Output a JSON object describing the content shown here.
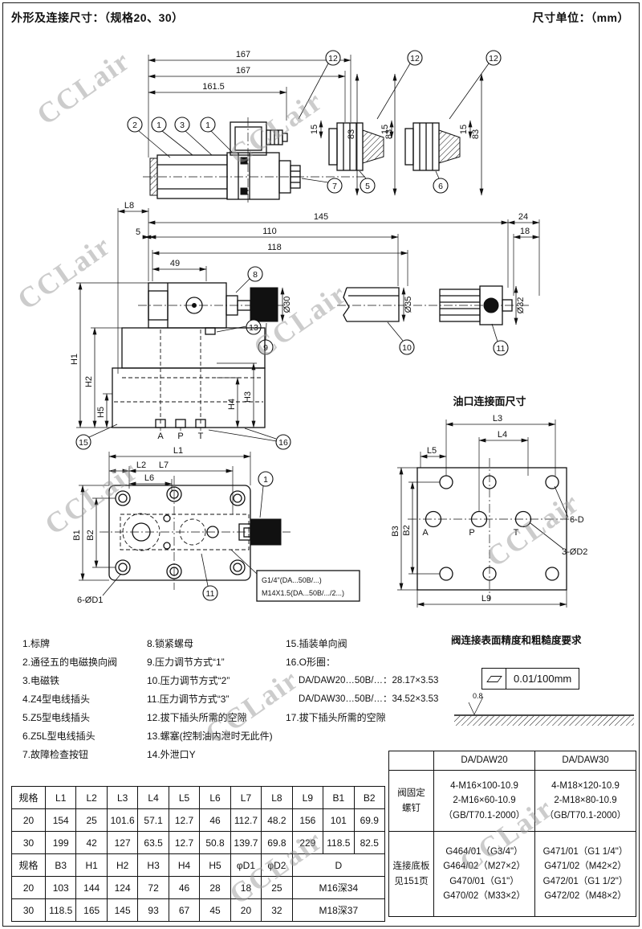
{
  "header": {
    "left": "外形及连接尺寸：（规格20、30）",
    "right": "尺寸单位：（mm）"
  },
  "watermark": "CCLair",
  "drawing": {
    "port_face_title": "油口连接面尺寸",
    "dims": {
      "d167": "167",
      "d161_5": "161.5",
      "d15": "15",
      "d83": "83",
      "L8": "L8",
      "d145": "145",
      "d24": "24",
      "d5": "5",
      "d110": "110",
      "d18": "18",
      "d118": "118",
      "d49": "49",
      "H1": "H1",
      "H2": "H2",
      "H3": "H3",
      "H4": "H4",
      "H5": "H5",
      "dia30": "Ø30",
      "dia35": "Ø35",
      "dia32": "Ø32",
      "L1": "L1",
      "L2": "L2",
      "L7": "L7",
      "L6": "L6",
      "B1": "B1",
      "B2": "B2",
      "holes_d1": "6-ØD1",
      "L3": "L3",
      "L4": "L4",
      "L5": "L5",
      "L9": "L9",
      "B3": "B3",
      "holes_6d": "6-D",
      "holes_3d2": "3-ØD2",
      "A": "A",
      "P": "P",
      "T": "T"
    },
    "callouts": {
      "c1": "1",
      "c2": "2",
      "c3": "3",
      "c5": "5",
      "c6": "6",
      "c7": "7",
      "c8": "8",
      "c9": "9",
      "c10": "10",
      "c11": "11",
      "c12": "12",
      "c13": "13",
      "c15": "15",
      "c16": "16"
    },
    "notes": {
      "port_thread_1": "G1/4\"(DA...50B/...)",
      "port_thread_2": "M14X1.5(DA...50B/.../2...)"
    }
  },
  "legend": {
    "col1": [
      "1.标牌",
      "2.通径五的电磁换向阀",
      "3.电磁铁",
      "4.Z4型电线插头",
      "5.Z5型电线插头",
      "6.Z5L型电线插头",
      "7.故障检查按钮"
    ],
    "col2": [
      "8.锁紧螺母",
      "9.压力调节方式“1”",
      "10.压力调节方式“2”",
      "11.压力调节方式“3”",
      "12.拔下插头所需的空隙",
      "13.螺塞(控制油内泄时无此件)",
      "14.外泄口Y"
    ],
    "col3": [
      "15.插装单向阀",
      "16.O形圈：",
      "DA/DAW20…50B/…：28.17×3.53",
      "DA/DAW30…50B/…：34.52×3.53",
      "17.拔下插头所需的空隙"
    ]
  },
  "surface_note": {
    "title": "阀连接表面精度和粗糙度要求",
    "flatness_value": "0.01/100mm",
    "roughness_value": "0.8"
  },
  "dim_table": {
    "h1": [
      "规格",
      "L1",
      "L2",
      "L3",
      "L4",
      "L5",
      "L6",
      "L7",
      "L8",
      "L9",
      "B1",
      "B2"
    ],
    "r20a": [
      "20",
      "154",
      "25",
      "101.6",
      "57.1",
      "12.7",
      "46",
      "112.7",
      "48.2",
      "156",
      "101",
      "69.9"
    ],
    "r30a": [
      "30",
      "199",
      "42",
      "127",
      "63.5",
      "12.7",
      "50.8",
      "139.7",
      "69.8",
      "229",
      "118.5",
      "82.5"
    ],
    "h2": [
      "规格",
      "B3",
      "H1",
      "H2",
      "H3",
      "H4",
      "H5",
      "φD1",
      "φD2",
      "D"
    ],
    "r20b": [
      "20",
      "103",
      "144",
      "124",
      "72",
      "46",
      "28",
      "18",
      "25",
      "M16深34"
    ],
    "r30b": [
      "30",
      "118.5",
      "165",
      "145",
      "93",
      "67",
      "45",
      "20",
      "32",
      "M18深37"
    ]
  },
  "spec_table": {
    "col20": "DA/DAW20",
    "col30": "DA/DAW30",
    "row1_label_a": "阀固定",
    "row1_label_b": "螺钉",
    "row1_20": [
      "4-M16×100-10.9",
      "2-M16×60-10.9",
      "（GB/T70.1-2000）"
    ],
    "row1_30": [
      "4-M18×120-10.9",
      "2-M18×80-10.9",
      "（GB/T70.1-2000）"
    ],
    "row2_label_a": "连接底板",
    "row2_label_b": "见151页",
    "row2_20": [
      "G464/01（G3/4\"）",
      "G464/02（M27×2）",
      "G470/01（G1\"）",
      "G470/02（M33×2）"
    ],
    "row2_30": [
      "G471/01（G1 1/4\"）",
      "G471/02（M42×2）",
      "G472/01（G1 1/2\"）",
      "G472/02（M48×2）"
    ]
  }
}
